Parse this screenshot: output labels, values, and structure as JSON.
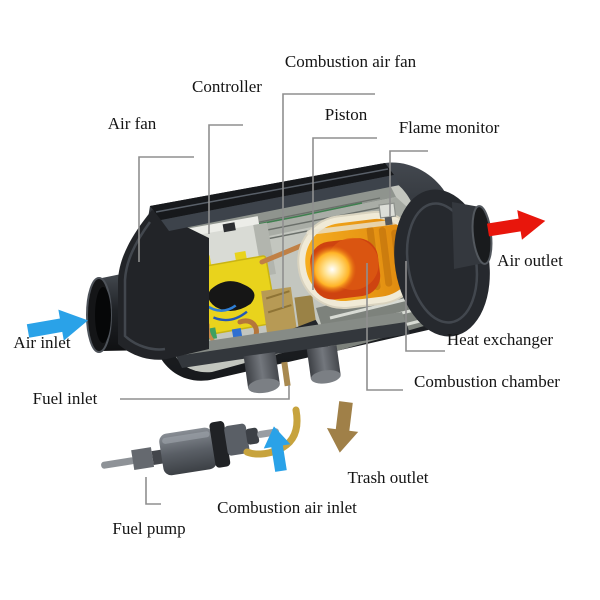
{
  "figure": {
    "type": "cutaway-diagram",
    "subject": "Diesel parking air heater cutaway with labeled parts"
  },
  "labels": {
    "combustion_air_fan": "Combustion air fan",
    "controller": "Controller",
    "air_fan": "Air fan",
    "piston": "Piston",
    "flame_monitor": "Flame monitor",
    "air_outlet": "Air outlet",
    "air_inlet": "Air inlet",
    "heat_exchanger": "Heat exchanger",
    "combustion_chamber": "Combustion chamber",
    "fuel_inlet": "Fuel inlet",
    "fuel_pump": "Fuel pump",
    "combustion_air_inlet": "Combustion air inlet",
    "trash_outlet": "Trash outlet"
  },
  "icons": {
    "air_inlet_arrow": "blue arrow pointing right",
    "air_outlet_arrow": "red arrow pointing right",
    "combustion_air_inlet_arrow": "blue arrow pointing up",
    "trash_outlet_arrow": "brown arrow pointing down"
  },
  "colors": {
    "background": "#ffffff",
    "text": "#141414",
    "leader_line": "#8f8f8f",
    "inlet_arrow_blue": "#2aa2e8",
    "outlet_arrow_red": "#e8160c",
    "trash_arrow_brown": "#a08048",
    "body_dark": "#26292d",
    "controller_board_yellow": "#e9d31c",
    "combustion_orange": "#e6930f",
    "flame_yellow": "#ffd84d",
    "copper_pipe": "#b5763a",
    "gold_pipe": "#c7a33d"
  }
}
